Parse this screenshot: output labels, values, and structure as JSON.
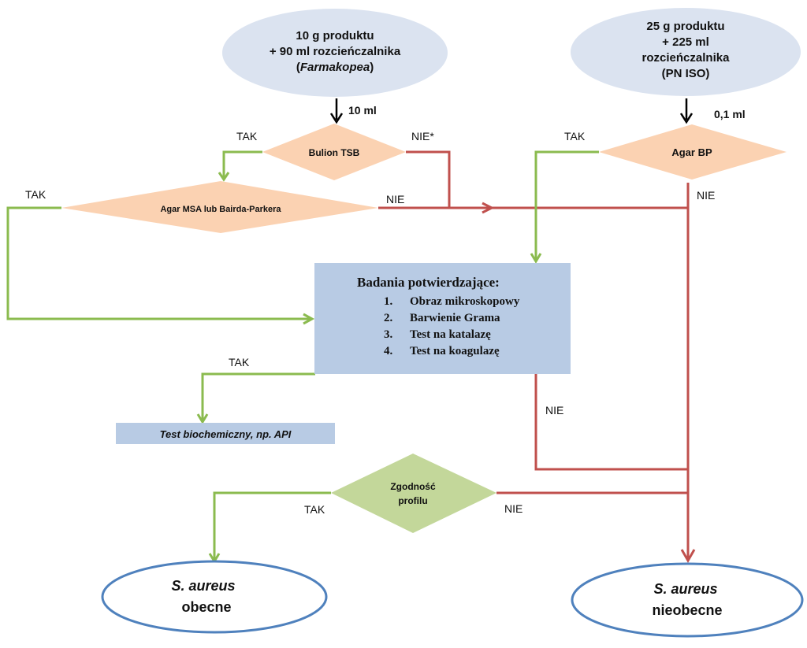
{
  "start_left": {
    "line1": "10 g produktu",
    "line2": "+ 90 ml rozcieńczalnika",
    "line3_open": "(",
    "line3_italic": "Farmakopea",
    "line3_close": ")"
  },
  "start_right": {
    "line1": "25 g produktu",
    "line2": "+ 225 ml",
    "line3": "rozcieńczalnika",
    "line4": "(PN ISO)"
  },
  "volume_left": "10 ml",
  "volume_right": "0,1 ml",
  "decisions": {
    "bulion": "Bulion TSB",
    "agar_msa": "Agar MSA lub  Bairda-Parkera",
    "agar_bp": "Agar BP",
    "zgodnosc_line1": "Zgodność",
    "zgodnosc_line2": "profilu"
  },
  "confirmation": {
    "title": "Badania potwierdzające:",
    "items": [
      {
        "num": "1.",
        "text": "Obraz mikroskopowy"
      },
      {
        "num": "2.",
        "text": "Barwienie Grama"
      },
      {
        "num": "3.",
        "text": "Test na katalazę"
      },
      {
        "num": "4.",
        "text": "Test na koagulazę"
      }
    ]
  },
  "biochem_test": "Test biochemiczny, np. API",
  "labels": {
    "tak_bulion": "TAK",
    "nie_bulion": "NIE*",
    "tak_agar_msa": "TAK",
    "nie_agar_msa": "NIE",
    "tak_agar_bp": "TAK",
    "nie_agar_bp": "NIE",
    "tak_confirm": "TAK",
    "nie_confirm": "NIE",
    "tak_zgodnosc": "TAK",
    "nie_zgodnosc": "NIE"
  },
  "end_present": {
    "species": "S. aureus",
    "status": "obecne"
  },
  "end_absent": {
    "species": "S. aureus",
    "status": "nieobecne"
  },
  "colors": {
    "ellipse_fill": "#dbe3f0",
    "decision_fill": "#fbd2b2",
    "confirm_fill": "#b8cbe4",
    "biochem_fill": "#b8cbe4",
    "zgodnosc_fill": "#c3d79a",
    "yes_line": "#8bbb4f",
    "no_line": "#c0504d",
    "end_border": "#4f81bd"
  }
}
